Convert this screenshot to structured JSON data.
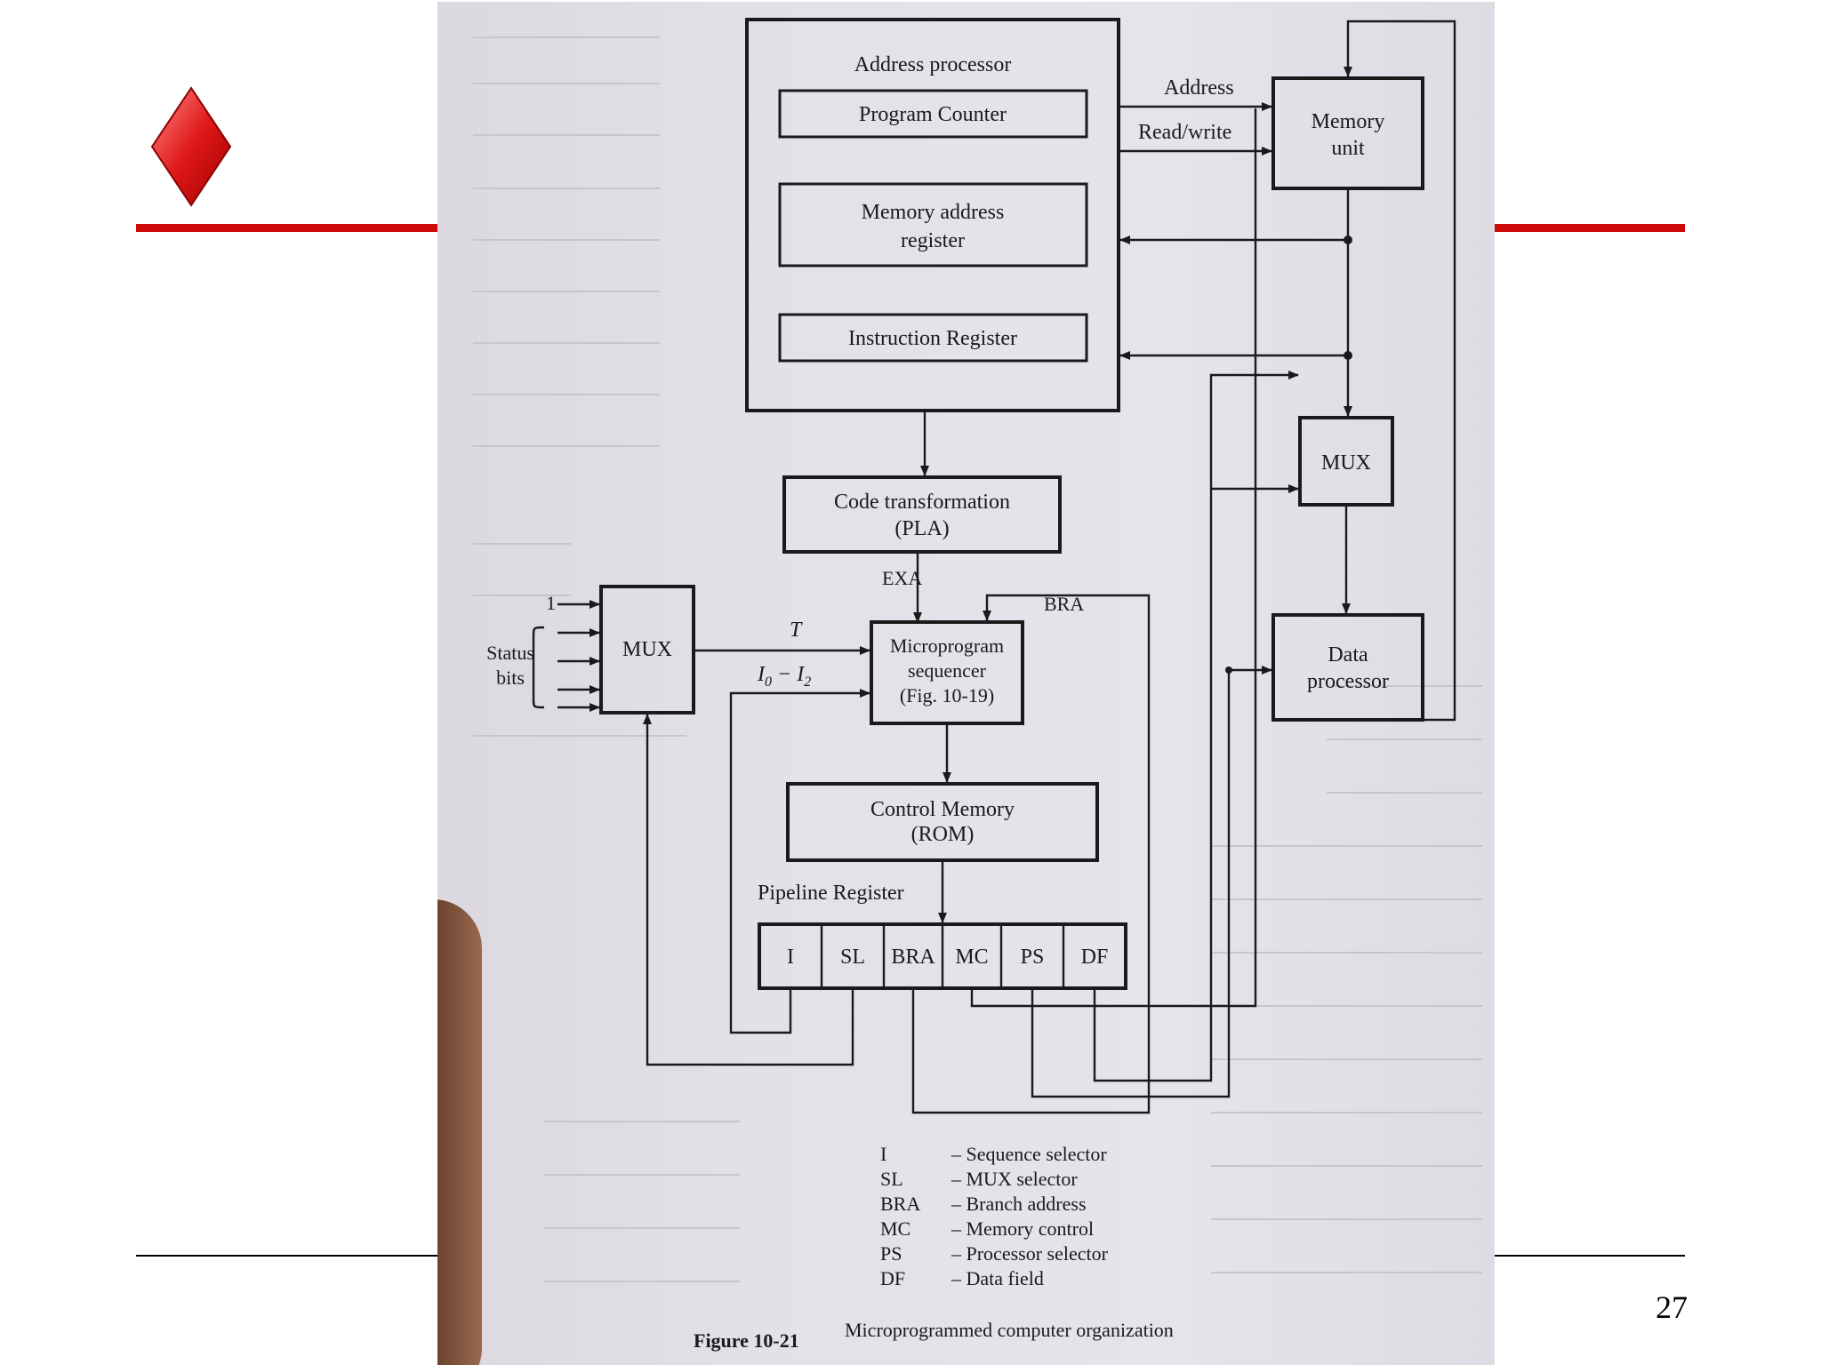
{
  "slide": {
    "page_number": "27",
    "accent_color": "#cc0a0a",
    "icon": "red-diamond-icon"
  },
  "diagram": {
    "address_processor": {
      "title": "Address processor",
      "program_counter": "Program Counter",
      "memory_address_register": [
        "Memory address",
        "register"
      ],
      "instruction_register": "Instruction Register"
    },
    "memory_unit": [
      "Memory",
      "unit"
    ],
    "edge_address": "Address",
    "edge_read_write": "Read/write",
    "mux_right": "MUX",
    "code_transformation": [
      "Code transformation",
      "(PLA)"
    ],
    "exa": "EXA",
    "bra_label": "BRA",
    "status_bits": [
      "Status",
      "bits"
    ],
    "status_input_1": "1",
    "mux_left": "MUX",
    "signal_t": "T",
    "signal_i": "I",
    "signal_i_sub0": "0",
    "signal_i_dash": " − I",
    "signal_i_sub2": "2",
    "microprogram_sequencer": [
      "Microprogram",
      "sequencer",
      "(Fig. 10-19)"
    ],
    "data_processor": [
      "Data",
      "processor"
    ],
    "control_memory": [
      "Control Memory",
      "(ROM)"
    ],
    "pipeline_register": {
      "title": "Pipeline Register",
      "fields": [
        "I",
        "SL",
        "BRA",
        "MC",
        "PS",
        "DF"
      ]
    },
    "legend": [
      {
        "abbr": "I",
        "desc": "– Sequence selector"
      },
      {
        "abbr": "SL",
        "desc": "– MUX selector"
      },
      {
        "abbr": "BRA",
        "desc": "– Branch address"
      },
      {
        "abbr": "MC",
        "desc": "– Memory control"
      },
      {
        "abbr": "PS",
        "desc": "– Processor selector"
      },
      {
        "abbr": "DF",
        "desc": "– Data field"
      }
    ],
    "caption": {
      "number": "Figure 10-21",
      "title": "Microprogrammed computer organization"
    }
  }
}
